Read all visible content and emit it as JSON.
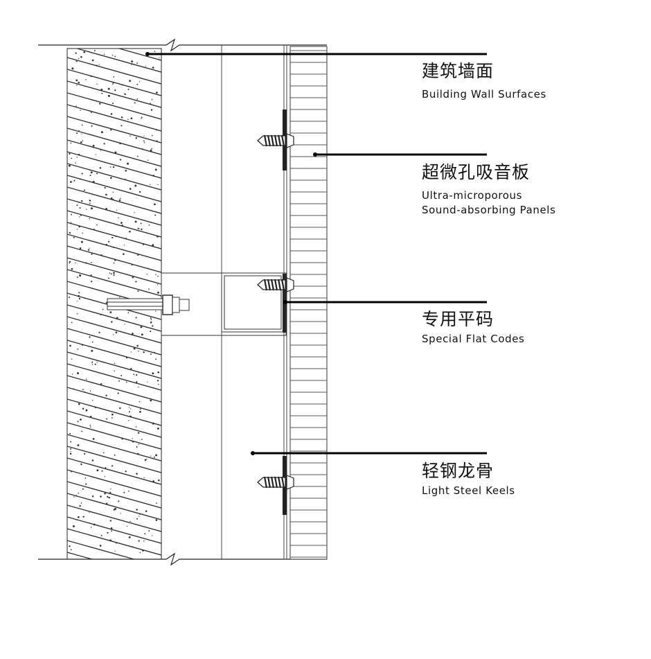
{
  "callouts": [
    {
      "zh": "建筑墙面",
      "en": "Building Wall Surfaces",
      "en2": ""
    },
    {
      "zh": "超微孔吸音板",
      "en": "Ultra-microporous",
      "en2": "Sound-absorbing Panels"
    },
    {
      "zh": "专用平码",
      "en": "Special Flat Codes",
      "en2": ""
    },
    {
      "zh": "轻钢龙骨",
      "en": "Light Steel Keels",
      "en2": ""
    }
  ],
  "colors": {
    "line": "#111111",
    "leader": "#000000",
    "background": "#ffffff"
  }
}
